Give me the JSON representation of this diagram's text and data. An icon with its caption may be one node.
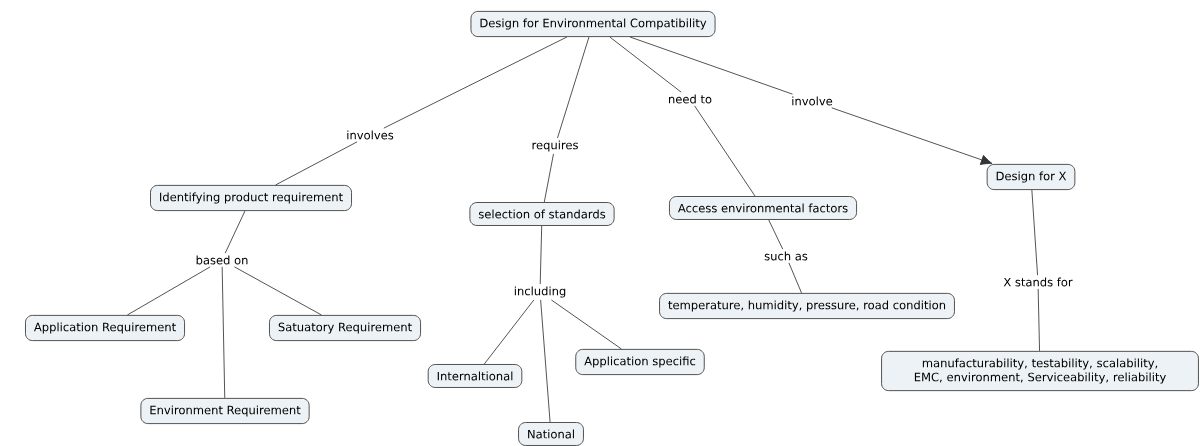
{
  "diagram": {
    "nodes": [
      {
        "text": [
          "Design for Environmental Compatibility"
        ]
      },
      {
        "text": [
          "involves"
        ]
      },
      {
        "text": [
          "requires"
        ]
      },
      {
        "text": [
          "need to"
        ]
      },
      {
        "text": [
          "involve"
        ]
      },
      {
        "text": [
          "Identifying product requirement"
        ]
      },
      {
        "text": [
          "selection of standards"
        ]
      },
      {
        "text": [
          "Access environmental factors"
        ]
      },
      {
        "text": [
          "Design for X"
        ]
      },
      {
        "text": [
          "based on"
        ]
      },
      {
        "text": [
          "including"
        ]
      },
      {
        "text": [
          "such as"
        ]
      },
      {
        "text": [
          "X stands for"
        ]
      },
      {
        "text": [
          "Application Requirement"
        ]
      },
      {
        "text": [
          "Satuatory Requirement"
        ]
      },
      {
        "text": [
          "Environment Requirement"
        ]
      },
      {
        "text": [
          "Internaltional"
        ]
      },
      {
        "text": [
          "National"
        ]
      },
      {
        "text": [
          "Application specific"
        ]
      },
      {
        "text": [
          "temperature, humidity, pressure, road condition"
        ]
      },
      {
        "text": [
          "manufacturability, testability, scalability, EMC, environment, Serviceability, reliability"
        ]
      }
    ],
    "edges": [
      {
        "from": 0,
        "to": 1,
        "arrow": "none"
      },
      {
        "from": 1,
        "to": 5,
        "arrow": "none"
      },
      {
        "from": 0,
        "to": 2,
        "arrow": "none"
      },
      {
        "from": 2,
        "to": 6,
        "arrow": "none"
      },
      {
        "from": 0,
        "to": 3,
        "arrow": "none"
      },
      {
        "from": 3,
        "to": 7,
        "arrow": "none"
      },
      {
        "from": 0,
        "to": 4,
        "arrow": "none"
      },
      {
        "from": 4,
        "to": 8,
        "arrow": "to"
      },
      {
        "from": 5,
        "to": 9,
        "arrow": "none"
      },
      {
        "from": 9,
        "to": 13,
        "arrow": "none"
      },
      {
        "from": 9,
        "to": 14,
        "arrow": "none"
      },
      {
        "from": 9,
        "to": 15,
        "arrow": "none"
      },
      {
        "from": 6,
        "to": 10,
        "arrow": "none"
      },
      {
        "from": 10,
        "to": 16,
        "arrow": "none"
      },
      {
        "from": 10,
        "to": 17,
        "arrow": "none"
      },
      {
        "from": 10,
        "to": 18,
        "arrow": "none"
      },
      {
        "from": 7,
        "to": 11,
        "arrow": "none"
      },
      {
        "from": 11,
        "to": 19,
        "arrow": "none"
      },
      {
        "from": 8,
        "to": 12,
        "arrow": "none"
      },
      {
        "from": 12,
        "to": 20,
        "arrow": "none"
      }
    ]
  }
}
